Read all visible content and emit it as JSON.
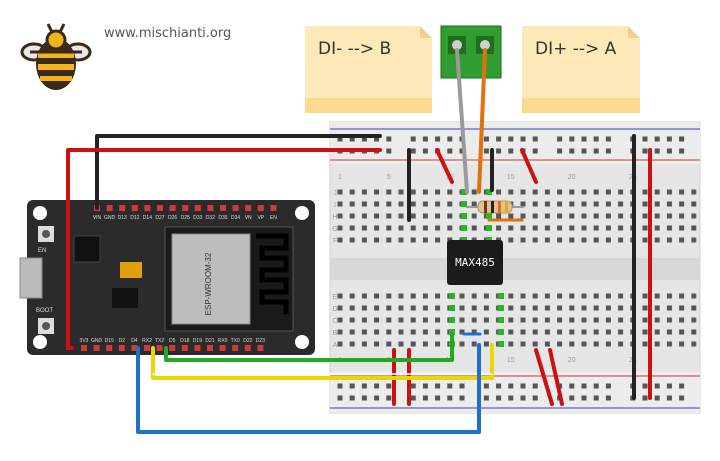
{
  "site": {
    "url": "www.mischianti.org"
  },
  "notes": {
    "left": "DI- --> B",
    "right": "DI+ --> A"
  },
  "chip": {
    "label": "MAX485"
  },
  "esp32": {
    "module_label": "ESP-WROOM-32",
    "btn_en": "EN",
    "btn_boot": "BOOT",
    "top_pins": [
      "VIN",
      "GND",
      "D13",
      "D12",
      "D14",
      "D27",
      "D26",
      "D25",
      "D33",
      "D32",
      "D35",
      "D34",
      "VN",
      "VP",
      "EN"
    ],
    "bottom_pins": [
      "3V3",
      "GND",
      "D15",
      "D2",
      "D4",
      "RX2",
      "TX2",
      "D5",
      "D18",
      "D19",
      "D21",
      "RX0",
      "TX0",
      "D22",
      "D23"
    ]
  },
  "breadboard": {
    "rows_top": [
      "J",
      "I",
      "H",
      "G",
      "F"
    ],
    "rows_bottom": [
      "E",
      "D",
      "C",
      "B",
      "A"
    ],
    "col_numbers_top": [
      "1",
      "5",
      "10",
      "15",
      "20",
      "25"
    ],
    "col_numbers_bottom": [
      "1",
      "5",
      "10",
      "15",
      "20",
      "25"
    ]
  },
  "colors": {
    "wire_red": "#cc1111",
    "wire_black": "#222222",
    "wire_green": "#22aa22",
    "wire_yellow": "#e8d800",
    "wire_blue": "#1e6fd0",
    "wire_orange": "#e07010",
    "wire_gray": "#9a9a9a",
    "terminal_green": "#2f9d2f",
    "note_yellow": "#fde9b8",
    "board_dark": "#2b2b2b"
  }
}
